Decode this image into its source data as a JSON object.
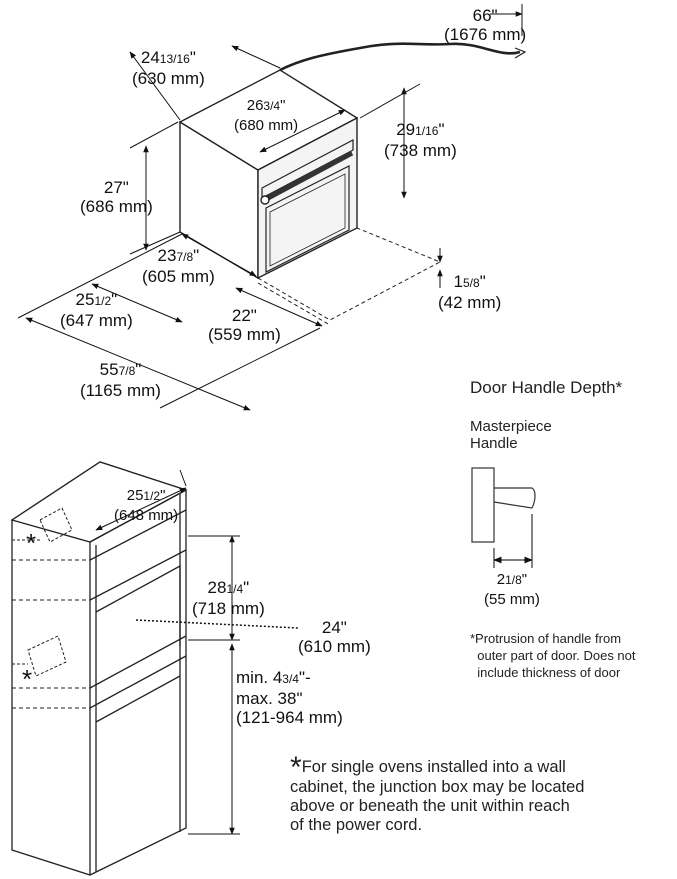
{
  "dims": {
    "cord_length": {
      "whole": "66\"",
      "mm": "(1676 mm)"
    },
    "oven_depth": {
      "whole": "24",
      "frac": "13/16",
      "mm": "(630 mm)"
    },
    "oven_width": {
      "whole": "26",
      "frac": "3/4",
      "mm": "(680 mm)"
    },
    "oven_height": {
      "whole": "29",
      "frac": "1/16",
      "mm": "(738 mm)"
    },
    "chassis_height": {
      "whole": "27\"",
      "mm": "(686 mm)"
    },
    "chassis_width": {
      "whole": "23",
      "frac": "7/8",
      "mm": "(605 mm)"
    },
    "chassis_depth_a": {
      "whole": "25",
      "frac": "1/2",
      "mm": "(647 mm)"
    },
    "chassis_depth_b": {
      "whole": "22\"",
      "mm": "(559 mm)"
    },
    "door_offset": {
      "whole": "1",
      "frac": "5/8",
      "mm": "(42 mm)"
    },
    "total_depth": {
      "whole": "55",
      "frac": "7/8",
      "mm": "(1165 mm)"
    },
    "cabinet_depth": {
      "whole": "25",
      "frac": "1/2",
      "mm": "(648 mm)"
    },
    "cutout_height": {
      "whole": "28",
      "frac": "1/4",
      "mm": "(718 mm)"
    },
    "cutout_width": {
      "whole": "24\"",
      "mm": "(610 mm)"
    },
    "floor_to_cutout": {
      "line1": "min. 4",
      "frac": "3/4",
      "line1_end": "\"-",
      "line2": "max. 38\"",
      "mm": "(121-964 mm)"
    }
  },
  "handle": {
    "title": "Door Handle Depth*",
    "name_line1": "Masterpiece",
    "name_line2": "Handle",
    "depth_whole": "2",
    "depth_frac": "1/8",
    "depth_mm": "(55 mm)",
    "footnote_line1": "*Protrusion of handle from",
    "footnote_line2": "outer part of door. Does not",
    "footnote_line3": "include thickness of door"
  },
  "junction_note": {
    "star": "*",
    "line1": "For single ovens installed into a wall",
    "line2": "cabinet, the junction box may be located",
    "line3": "above or beneath the unit within reach",
    "line4": "of the power cord."
  },
  "markers": {
    "upper_star": "*",
    "lower_star": "*"
  }
}
